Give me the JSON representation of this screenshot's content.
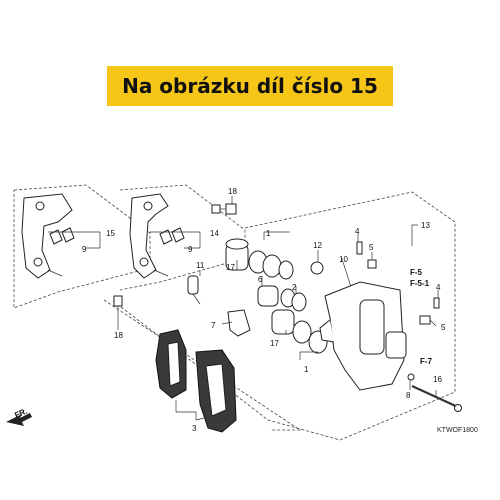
{
  "banner": {
    "text": "Na obrázku díl číslo 15",
    "background": "#f5c518"
  },
  "diagram": {
    "callouts": [
      "15",
      "9",
      "14",
      "9",
      "18",
      "18",
      "13",
      "1",
      "17",
      "11",
      "12",
      "10",
      "4",
      "5",
      "6",
      "2",
      "17",
      "7",
      "1",
      "4",
      "5",
      "8",
      "16",
      "3"
    ],
    "refs": [
      "F-5",
      "F-5-1",
      "F-7"
    ],
    "direction_label": "FR.",
    "code": "KTWOF1800"
  }
}
